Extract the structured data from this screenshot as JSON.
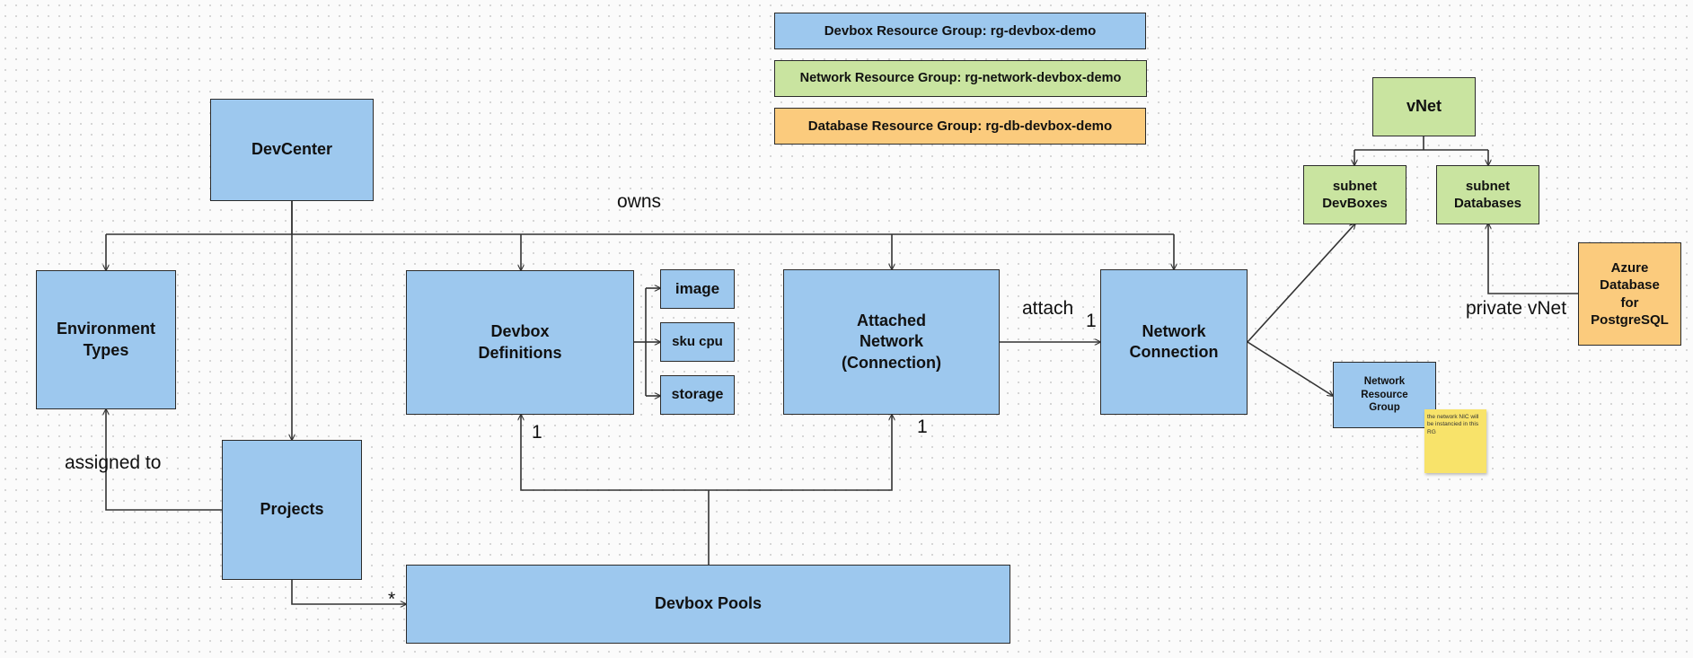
{
  "legend": {
    "devbox_rg": "Devbox Resource Group: rg-devbox-demo",
    "network_rg": "Network Resource Group: rg-network-devbox-demo",
    "database_rg": "Database Resource Group: rg-db-devbox-demo"
  },
  "nodes": {
    "devcenter": "DevCenter",
    "environment_types": "Environment\nTypes",
    "devbox_definitions": "Devbox\nDefinitions",
    "image": "image",
    "sku_cpu": "sku cpu",
    "storage": "storage",
    "attached_network": "Attached\nNetwork\n(Connection)",
    "network_connection": "Network\nConnection",
    "projects": "Projects",
    "devbox_pools": "Devbox Pools",
    "vnet": "vNet",
    "subnet_devboxes": "subnet\nDevBoxes",
    "subnet_databases": "subnet\nDatabases",
    "azure_db": "Azure\nDatabase\nfor\nPostgreSQL",
    "network_rg_box": "Network\nResource\nGroup"
  },
  "labels": {
    "owns": "owns",
    "attach": "attach",
    "attach_mult": "1",
    "assigned_to": "assigned to",
    "private_vnet": "private vNet",
    "defs_mult": "1",
    "attached_mult": "1",
    "pools_mult": "*"
  },
  "note": {
    "title": "",
    "text": "the network NIC will be instancied in this RG"
  },
  "colors": {
    "devbox": "#9dc8ee",
    "network": "#c9e4a0",
    "database": "#fbcb7d",
    "sticky_note": "#f8e36a"
  }
}
